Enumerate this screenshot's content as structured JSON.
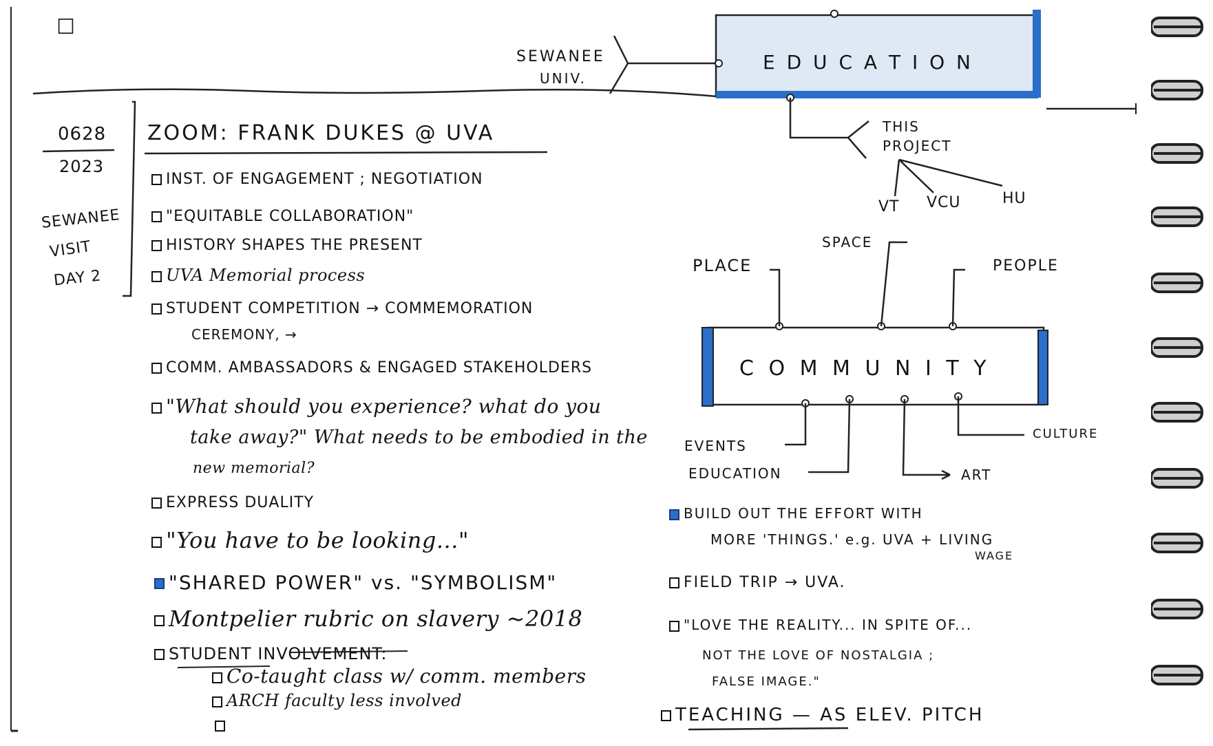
{
  "corner_mark": "☐",
  "date": {
    "line1": "0628",
    "line2": "2023"
  },
  "visit": {
    "line1": "SEWANEE",
    "line2": "VISIT",
    "line3": "DAY 2"
  },
  "heading": "ZOOM: FRANK DUKES @ UVA",
  "notes": [
    {
      "text": "INST. OF ENGAGEMENT ; NEGOTIATION"
    },
    {
      "text": "\"EQUITABLE COLLABORATION\""
    },
    {
      "text": "HISTORY SHAPES THE PRESENT"
    },
    {
      "text": "UVA Memorial process"
    },
    {
      "text": "STUDENT COMPETITION → COMMEMORATION",
      "cont": "CEREMONY, →"
    },
    {
      "text": "COMM. AMBASSADORS & ENGAGED STAKEHOLDERS"
    },
    {
      "text": "\"What should you experience? what do you",
      "cont": "take away?\" What needs to be embodied in the",
      "cont2": "new memorial?"
    },
    {
      "text": "EXPRESS DUALITY"
    },
    {
      "text": "\"You have to be looking...\""
    },
    {
      "text": "\"SHARED POWER\" vs. \"SYMBOLISM\""
    },
    {
      "text": "Montpelier rubric on slavery ~2018"
    },
    {
      "text": "STUDENT INVOLVEMENT:"
    }
  ],
  "subnotes": [
    "Co-taught class w/ comm. members",
    "ARCH faculty less involved",
    ""
  ],
  "diagram_top": {
    "sewanee_label": "SEWANEE",
    "univ_label": "UNIV.",
    "box_label": "E D U C A T I O N",
    "this_project": "THIS",
    "this_project2": "PROJECT",
    "branches": [
      "VT",
      "VCU",
      "HU"
    ]
  },
  "diagram_community": {
    "box_label": "C O M M U N I T Y",
    "top": [
      "PLACE",
      "SPACE",
      "PEOPLE"
    ],
    "bottom": [
      "EVENTS",
      "EDUCATION",
      "ART",
      "CULTURE"
    ]
  },
  "right_notes": [
    {
      "text": "BUILD OUT THE EFFORT WITH",
      "cont": "MORE 'THINGS.' e.g. UVA + LIVING",
      "cont2": "WAGE",
      "filled": true
    },
    {
      "text": "FIELD TRIP → UVA."
    },
    {
      "text": "\"LOVE THE REALITY... IN SPITE OF...",
      "cont": "NOT THE LOVE OF NOSTALGIA ;",
      "cont2": "FALSE IMAGE.\""
    },
    {
      "text": "TEACHING — AS ELEV. PITCH"
    }
  ],
  "colors": {
    "accent": "#2a6fc9",
    "ink": "#141414",
    "box_fill": "#dfe9f5"
  }
}
